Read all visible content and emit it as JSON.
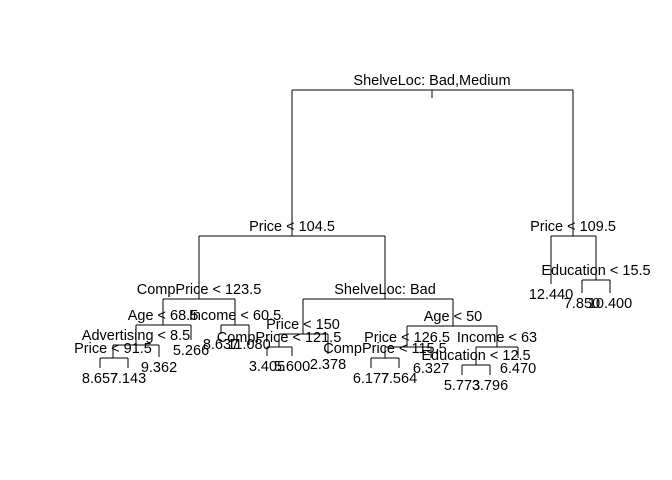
{
  "tree": {
    "splits": [
      {
        "id": "root",
        "label": "ShelveLoc: Bad,Medium"
      },
      {
        "id": "n2",
        "label": "Price < 104.5"
      },
      {
        "id": "n3",
        "label": "Price < 109.5"
      },
      {
        "id": "n4",
        "label": "CompPrice < 123.5"
      },
      {
        "id": "n5",
        "label": "ShelveLoc: Bad"
      },
      {
        "id": "n6",
        "label": "Education < 15.5"
      },
      {
        "id": "n8",
        "label": "Age < 68.5"
      },
      {
        "id": "n9",
        "label": "Income < 60.5"
      },
      {
        "id": "n10",
        "label": "Price < 150"
      },
      {
        "id": "n11",
        "label": "Age < 50"
      },
      {
        "id": "n16",
        "label": "Advertising < 8.5"
      },
      {
        "id": "n20",
        "label": "CompPrice < 121.5"
      },
      {
        "id": "n22",
        "label": "Price < 126.5"
      },
      {
        "id": "n23",
        "label": "Income < 63"
      },
      {
        "id": "n32",
        "label": "Price < 91.5"
      },
      {
        "id": "n44",
        "label": "CompPrice < 115.5"
      },
      {
        "id": "n46",
        "label": "Education < 12.5"
      }
    ],
    "leaves": [
      {
        "id": "L64",
        "value": "8.657"
      },
      {
        "id": "L65",
        "value": "7.143"
      },
      {
        "id": "L33",
        "value": "9.362"
      },
      {
        "id": "L17",
        "value": "5.266"
      },
      {
        "id": "L18",
        "value": "8.637"
      },
      {
        "id": "L19",
        "value": "11.080"
      },
      {
        "id": "L40",
        "value": "3.405"
      },
      {
        "id": "L41",
        "value": "5.600"
      },
      {
        "id": "L21",
        "value": "2.378"
      },
      {
        "id": "L88",
        "value": "6.177"
      },
      {
        "id": "L89",
        "value": "7.564"
      },
      {
        "id": "L45",
        "value": "6.327"
      },
      {
        "id": "L92",
        "value": "5.773"
      },
      {
        "id": "L93",
        "value": "3.796"
      },
      {
        "id": "L47",
        "value": "6.470"
      },
      {
        "id": "L12",
        "value": "12.440"
      },
      {
        "id": "L13",
        "value": "7.850"
      },
      {
        "id": "L14",
        "value": "10.400"
      }
    ]
  }
}
